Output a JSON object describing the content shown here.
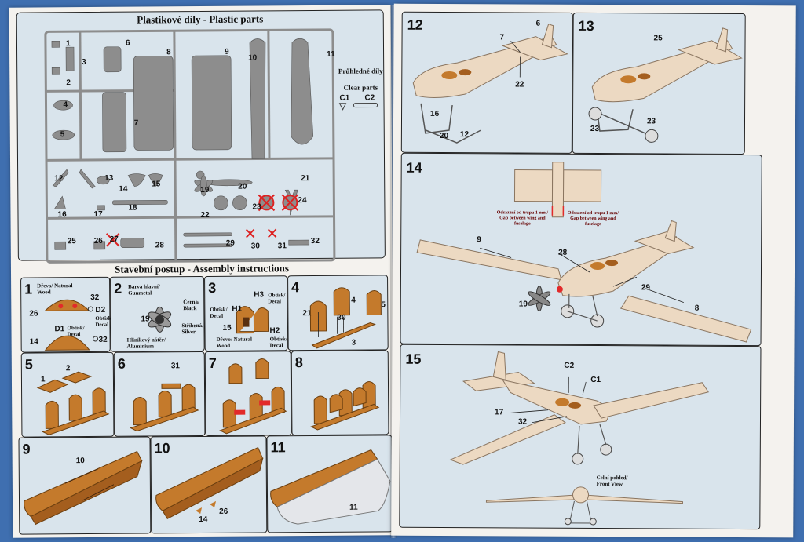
{
  "left_page": {
    "parts_title": "Plastikové díly - Plastic parts",
    "clear_parts": {
      "label_cz": "Průhledné díly",
      "label_en": "Clear parts",
      "c1": "C1",
      "c2": "C2"
    },
    "part_numbers": [
      "1",
      "2",
      "3",
      "4",
      "5",
      "6",
      "7",
      "8",
      "9",
      "10",
      "11",
      "12",
      "13",
      "14",
      "15",
      "16",
      "17",
      "18",
      "19",
      "20",
      "21",
      "22",
      "23",
      "24",
      "25",
      "26",
      "27",
      "28",
      "29",
      "30",
      "31",
      "32"
    ],
    "assembly_title": "Stavební postup - Assembly instructions",
    "steps": {
      "s1": {
        "num": "1",
        "wood": "Dřevo/ Natural Wood",
        "p26": "26",
        "p14": "14",
        "p32a": "32",
        "p32b": "32",
        "d1": "D1",
        "d2": "D2",
        "d1_note": "Obtisk/ Decal",
        "d2_note": "Obtisk/ Decal"
      },
      "s2": {
        "num": "2",
        "gun": "Barva hlavní/ Gunmetal",
        "black": "Černá/ Black",
        "silver": "Stříbrná/ Silver",
        "alu": "Hliníkový nátěr/ Aluminium",
        "p19": "19"
      },
      "s3": {
        "num": "3",
        "h1": "H1",
        "h2": "H2",
        "h3": "H3",
        "decal": "Obtisk/ Decal",
        "p15": "15",
        "wood": "Dřevo/ Natural Wood"
      },
      "s4": {
        "num": "4",
        "p21": "21",
        "p4": "4",
        "p5": "5",
        "p30": "30",
        "p3": "3"
      },
      "s5": {
        "num": "5",
        "p1": "1",
        "p2": "2"
      },
      "s6": {
        "num": "6",
        "p31": "31"
      },
      "s7": {
        "num": "7"
      },
      "s8": {
        "num": "8"
      },
      "s9": {
        "num": "9",
        "p10": "10"
      },
      "s10": {
        "num": "10",
        "p14": "14",
        "p26": "26"
      },
      "s11": {
        "num": "11",
        "p11": "11"
      }
    }
  },
  "right_page": {
    "s12": {
      "num": "12",
      "p6": "6",
      "p7": "7",
      "p22": "22",
      "p16": "16",
      "p20": "20",
      "p12": "12"
    },
    "s13": {
      "num": "13",
      "p25": "25",
      "p23a": "23",
      "p23b": "23"
    },
    "s14": {
      "num": "14",
      "p9": "9",
      "p28": "28",
      "p29": "29",
      "p19": "19",
      "p8": "8",
      "gap_left": "Odsazení od trupu 1 mm/ Gap between wing and fuselage",
      "gap_right": "Odsazení od trupu 1 mm/ Gap between wing and fuselage"
    },
    "s15": {
      "num": "15",
      "c2": "C2",
      "c1": "C1",
      "p17": "17",
      "p32": "32",
      "front": "Čelní pohled/ Front View"
    }
  },
  "colors": {
    "panel_bg": "#d9e4ec",
    "wood": "#c47a2c",
    "sprue": "#8d8d8d",
    "decal_red": "#e22a2a",
    "background": "#3f6fb0"
  }
}
